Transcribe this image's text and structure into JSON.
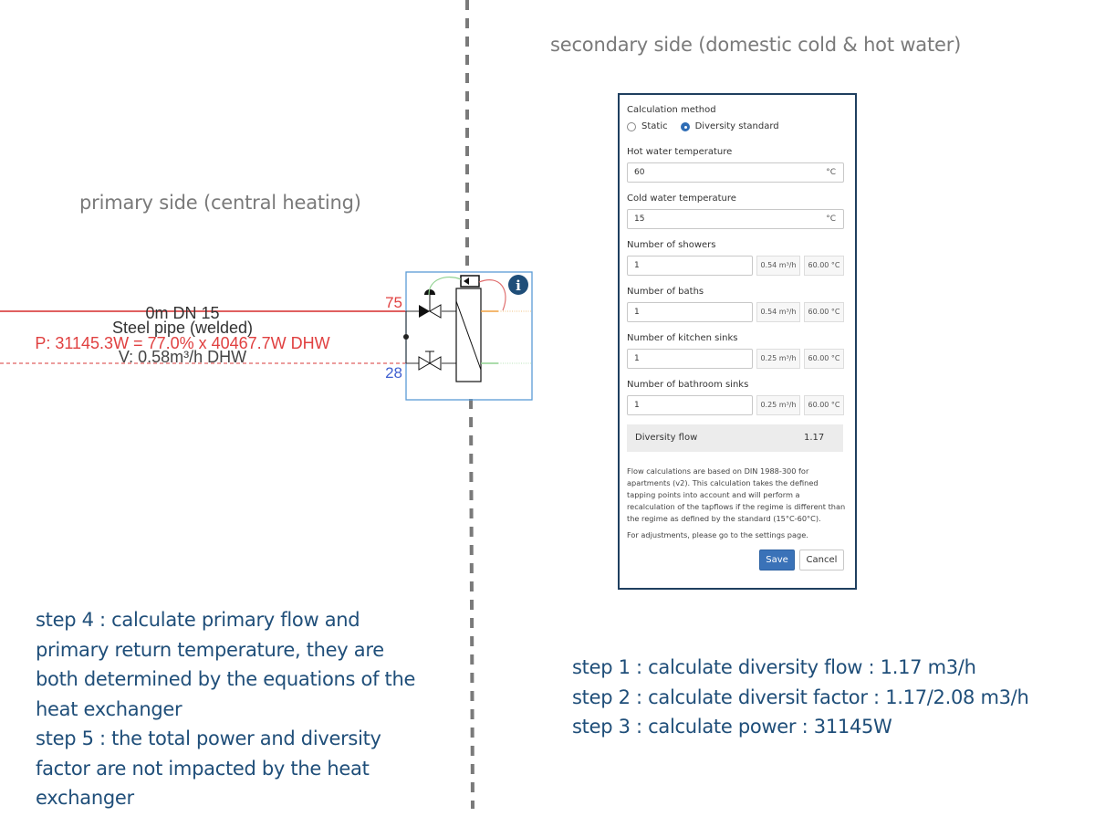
{
  "captions": {
    "secondary": "secondary side (domestic cold & hot water)",
    "primary": "primary side (central heating)"
  },
  "pipe": {
    "line1": "0m DN 15",
    "line2": "Steel pipe (welded)",
    "line3": "P: 31145.3W = 77.0% x 40467.7W DHW",
    "line4": "V: 0.58m³/h DHW",
    "supply_temp": "75",
    "return_temp": "28",
    "supply_color": "#e06060",
    "return_color": "#e06060",
    "supply_temp_color": "#e04040",
    "return_temp_color": "#4060d0"
  },
  "info_icon": {
    "glyph": "i"
  },
  "dialog": {
    "calc_method_label": "Calculation method",
    "radio_static": "Static",
    "radio_diversity": "Diversity standard",
    "selected": "Diversity standard",
    "hot_water_label": "Hot water temperature",
    "hot_water_value": "60",
    "hot_water_unit": "°C",
    "cold_water_label": "Cold water temperature",
    "cold_water_value": "15",
    "cold_water_unit": "°C",
    "rows": [
      {
        "label": "Number of showers",
        "value": "1",
        "flow": "0.54 m³/h",
        "temp": "60.00 °C"
      },
      {
        "label": "Number of baths",
        "value": "1",
        "flow": "0.54 m³/h",
        "temp": "60.00 °C"
      },
      {
        "label": "Number of kitchen sinks",
        "value": "1",
        "flow": "0.25 m³/h",
        "temp": "60.00 °C"
      },
      {
        "label": "Number of bathroom sinks",
        "value": "1",
        "flow": "0.25 m³/h",
        "temp": "60.00 °C"
      }
    ],
    "diversity_label": "Diversity flow",
    "diversity_value": "1.17",
    "note": "Flow calculations are based on DIN 1988-300 for apartments (v2). This calculation takes the defined tapping points into account and will perform a recalculation of the tapflows if the regime is different than the regime as defined by the standard (15°C-60°C).",
    "note2": "For adjustments, please go to the settings page.",
    "save": "Save",
    "cancel": "Cancel"
  },
  "steps_left": [
    "step 4 : calculate primary flow and",
    "primary return temperature, they are",
    "both determined by the equations of the",
    "heat exchanger",
    "step 5 : the total power and diversity",
    "factor are not impacted by the heat",
    "exchanger"
  ],
  "steps_right": [
    "step 1 : calculate diversity flow : 1.17 m3/h",
    "step 2 : calculate diversit factor : 1.17/2.08 m3/h",
    "step 3 : calculate power : 31145W"
  ],
  "colors": {
    "divider": "#7a7a7a",
    "steps_text": "#1f4e79",
    "caption_text": "#7a7a7a",
    "dialog_border": "#1f3f5f",
    "save_button": "#3a72b8",
    "hx_border": "#5b9bd5",
    "info_icon": "#1f4e79"
  }
}
